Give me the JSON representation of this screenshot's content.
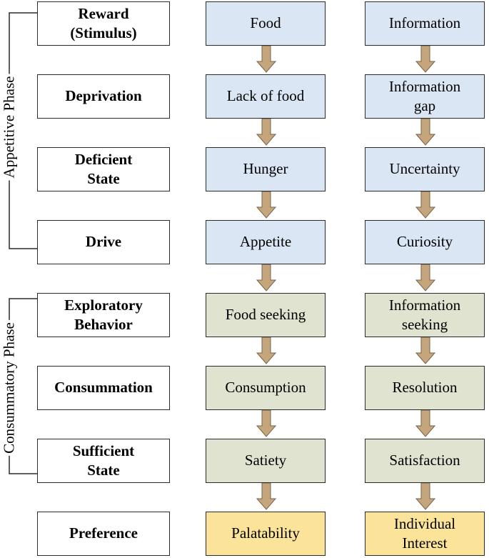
{
  "phases": {
    "appetitive": "Appetitive Phase",
    "consummatory": "Consummatory Phase"
  },
  "stages": [
    "Reward\n(Stimulus)",
    "Deprivation",
    "Deficient\nState",
    "Drive",
    "Exploratory\nBehavior",
    "Consummation",
    "Sufficient\nState",
    "Preference"
  ],
  "food_column": [
    "Food",
    "Lack of food",
    "Hunger",
    "Appetite",
    "Food seeking",
    "Consumption",
    "Satiety",
    "Palatability"
  ],
  "information_column": [
    "Information",
    "Information\ngap",
    "Uncertainty",
    "Curiosity",
    "Information\nseeking",
    "Resolution",
    "Satisfaction",
    "Individual\nInterest"
  ],
  "colors": {
    "appetitive_fill": "#dae6f3",
    "consummatory_fill": "#dfe3cf",
    "preference_fill": "#fbe39a",
    "arrow_fill": "#c4a57c",
    "arrow_stroke": "#7a6448"
  }
}
